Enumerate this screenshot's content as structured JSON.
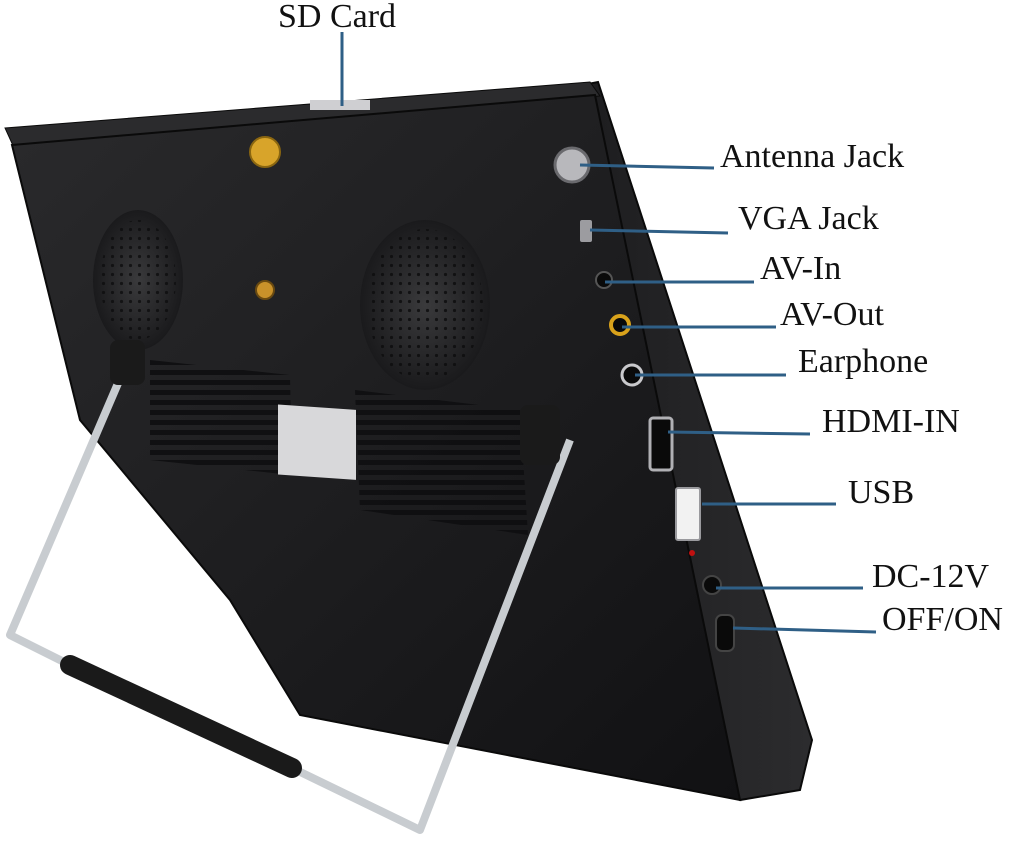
{
  "labels": {
    "sd_card": "SD Card",
    "antenna_jack": "Antenna Jack",
    "vga_jack": "VGA Jack",
    "av_in": "AV-In",
    "av_out": "AV-Out",
    "earphone": "Earphone",
    "hdmi_in": "HDMI-IN",
    "usb": "USB",
    "dc_12v": "DC-12V",
    "off_on": "OFF/ON"
  },
  "colors": {
    "callout_line": "#2f5f86",
    "device_body": "#1c1c1e",
    "device_edge": "#3a3a3c",
    "stand": "#c8ccd0",
    "av_out_ring": "#d9a21b"
  }
}
